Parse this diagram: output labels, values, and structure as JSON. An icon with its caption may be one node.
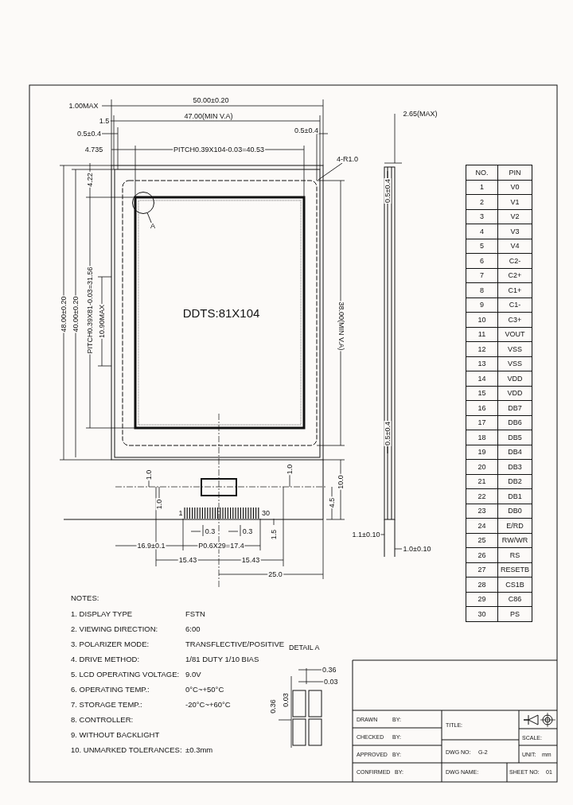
{
  "diagram": {
    "nodes": [
      {
        "text": [
          "4-R1.0"
        ]
      },
      {
        "text": [
          "A"
        ]
      },
      {
        "text": [],
        "shape": "circle"
      }
    ],
    "edges": [
      {
        "from": 0,
        "to": null,
        "arrow": "none"
      },
      {
        "from": 1,
        "to": 2,
        "arrow": "none"
      }
    ],
    "labels": [
      "1.00MAX",
      "50.00±0.20",
      "1.5",
      "47.00(MIN V.A)",
      "0.5±0.4",
      "0.5±0.4",
      "4.735",
      "PITCH0.39X104-0.03=40.53",
      "2.65(MAX)",
      "4.22",
      "0.5±0.4",
      "DDTS:81X104",
      "48.00±0.20",
      "40.00±0.20",
      "PITCH0.39X81-0.03=31.56",
      "10.90MAX",
      "38.00(MIN V.A)",
      "0.5±0.4",
      "1.0",
      "1.0",
      "1.0",
      "10.0",
      "4.5",
      "1",
      "30",
      "0.3",
      "0.3",
      "1.5",
      "16.9±0.1",
      "P0.6X29=17.4",
      "1.1±0.10",
      "15.43",
      "15.43",
      "1.0±0.10",
      "25.0",
      "NO.",
      "PIN",
      "1",
      "V0",
      "2",
      "V1",
      "3",
      "V2",
      "4",
      "V3",
      "5",
      "V4",
      "6",
      "C2-",
      "7",
      "C2+",
      "8",
      "C1+",
      "9",
      "C1-",
      "10",
      "C3+",
      "11",
      "VOUT",
      "12",
      "VSS",
      "13",
      "VSS",
      "14",
      "VDD",
      "15",
      "VDD",
      "16",
      "DB7",
      "17",
      "DB6",
      "18",
      "DB5",
      "19",
      "DB4",
      "20",
      "DB3",
      "21",
      "DB2",
      "22",
      "DB1",
      "23",
      "DB0",
      "24",
      "E/RD",
      "25",
      "RW/WR",
      "26",
      "RS",
      "27",
      "RESETB",
      "28",
      "CS1B",
      "29",
      "C86",
      "30",
      "PS",
      "NOTES:",
      "1. DISPLAY TYPE",
      "FSTN",
      "2. VIEWING DIRECTION:",
      "6:00",
      "3. POLARIZER MODE:",
      "TRANSFLECTIVE/POSITIVE",
      "4. DRIVE METHOD:",
      "1/81 DUTY 1/10 BIAS",
      "5. LCD OPERATING VOLTAGE:",
      "9.0V",
      "6. OPERATING TEMP.:",
      "0°C~+50°C",
      "7. STORAGE TEMP.:",
      "-20°C~+60°C",
      "8. CONTROLLER:",
      "9. WITHOUT BACKLIGHT",
      "10. UNMARKED TOLERANCES:",
      "±0.3mm",
      "DETAIL A",
      "0.36",
      "0.03",
      "0.36",
      "0.03",
      "DRAWN",
      "BY:",
      "CHECKED",
      "BY:",
      "APPROVED",
      "BY:",
      "CONFIRMED",
      "BY:",
      "TITLE:",
      "DWG NO:",
      "G-2",
      "SCALE:",
      "UNIT:",
      "mm",
      "DWG NAME:",
      "SHEET NO:",
      "01"
    ]
  }
}
